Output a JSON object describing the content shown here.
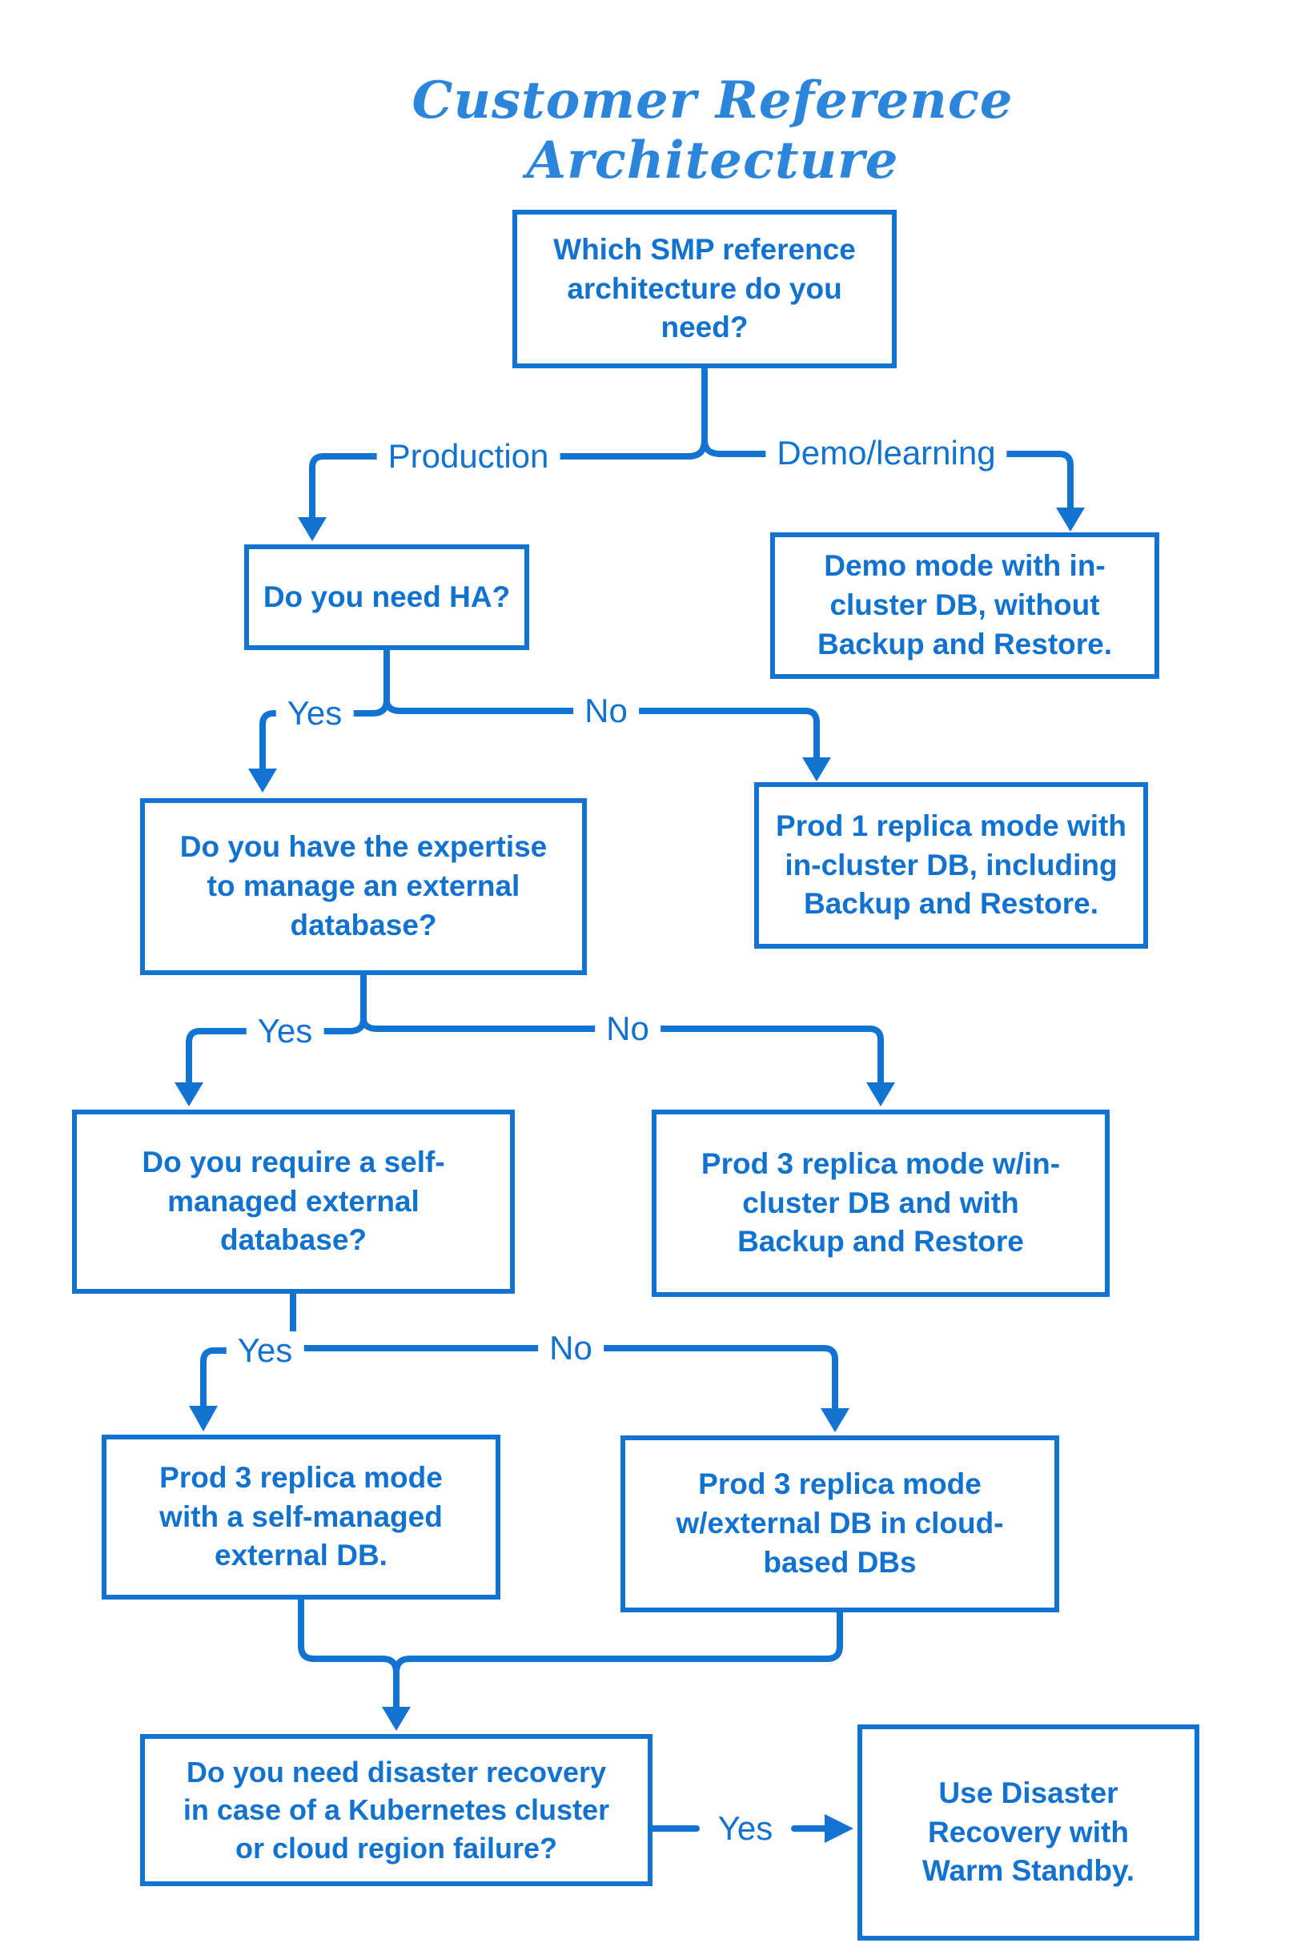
{
  "title": "Customer Reference Architecture",
  "nodes": {
    "root": {
      "text": "Which SMP reference\narchitecture do you\nneed?"
    },
    "need_ha": {
      "text": "Do you need HA?"
    },
    "demo_mode": {
      "text": "Demo mode with in-\ncluster DB, without\nBackup and Restore."
    },
    "expertise": {
      "text": "Do you have the expertise\nto manage an external\ndatabase?"
    },
    "prod1_incluster": {
      "text": "Prod 1 replica mode with\nin-cluster DB, including\nBackup and Restore."
    },
    "self_managed_q": {
      "text": "Do you require a self-\nmanaged external\ndatabase?"
    },
    "prod3_incluster": {
      "text": "Prod 3 replica mode w/in-\ncluster DB and with\nBackup and Restore"
    },
    "prod3_selfmanaged": {
      "text": "Prod 3 replica mode\nwith a self-managed\nexternal DB."
    },
    "prod3_cloud": {
      "text": "Prod 3 replica mode\nw/external DB in cloud-\nbased DBs"
    },
    "dr_question": {
      "text": "Do you need disaster recovery\nin case of a Kubernetes cluster\nor cloud region failure?"
    },
    "dr_warm_standby": {
      "text": "Use Disaster\nRecovery with\nWarm Standby."
    }
  },
  "labels": {
    "production": "Production",
    "demo": "Demo/learning",
    "yes": "Yes",
    "no": "No"
  },
  "colors": {
    "line": "#1273d0",
    "text": "#1172cf",
    "title": "#2b86db",
    "background": "#ffffff"
  }
}
